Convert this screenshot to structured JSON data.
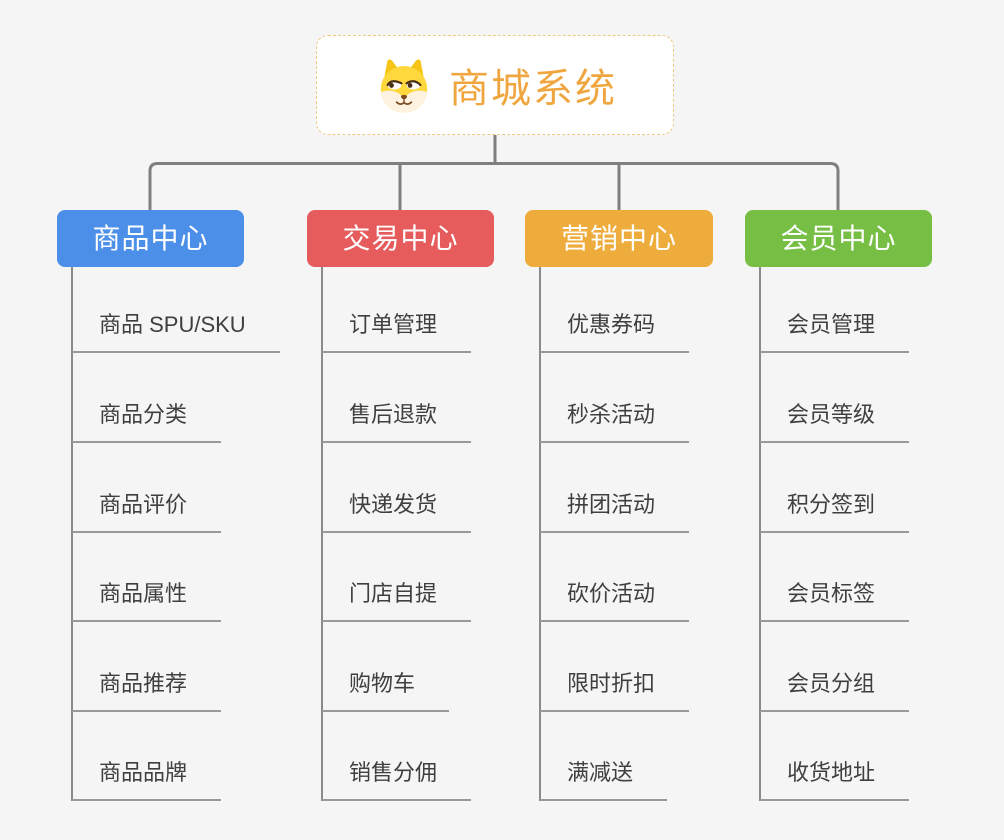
{
  "page": {
    "background_color": "#f5f5f5",
    "connector_color": "#7f7f7f",
    "underline_color": "#999999",
    "item_text_color": "#3f3f3f"
  },
  "root": {
    "title": "商城系统",
    "icon": "dog-face-icon",
    "text_color": "#f0a63f",
    "border_color": "#f0c885",
    "background": "#ffffff"
  },
  "branches": [
    {
      "label": "商品中心",
      "color": "#4b8fe8",
      "items": [
        "商品 SPU/SKU",
        "商品分类",
        "商品评价",
        "商品属性",
        "商品推荐",
        "商品品牌"
      ]
    },
    {
      "label": "交易中心",
      "color": "#e65c5c",
      "items": [
        "订单管理",
        "售后退款",
        "快递发货",
        "门店自提",
        "购物车",
        "销售分佣"
      ]
    },
    {
      "label": "营销中心",
      "color": "#eeac3d",
      "items": [
        "优惠券码",
        "秒杀活动",
        "拼团活动",
        "砍价活动",
        "限时折扣",
        "满减送"
      ]
    },
    {
      "label": "会员中心",
      "color": "#77be45",
      "items": [
        "会员管理",
        "会员等级",
        "积分签到",
        "会员标签",
        "会员分组",
        "收货地址"
      ]
    }
  ]
}
